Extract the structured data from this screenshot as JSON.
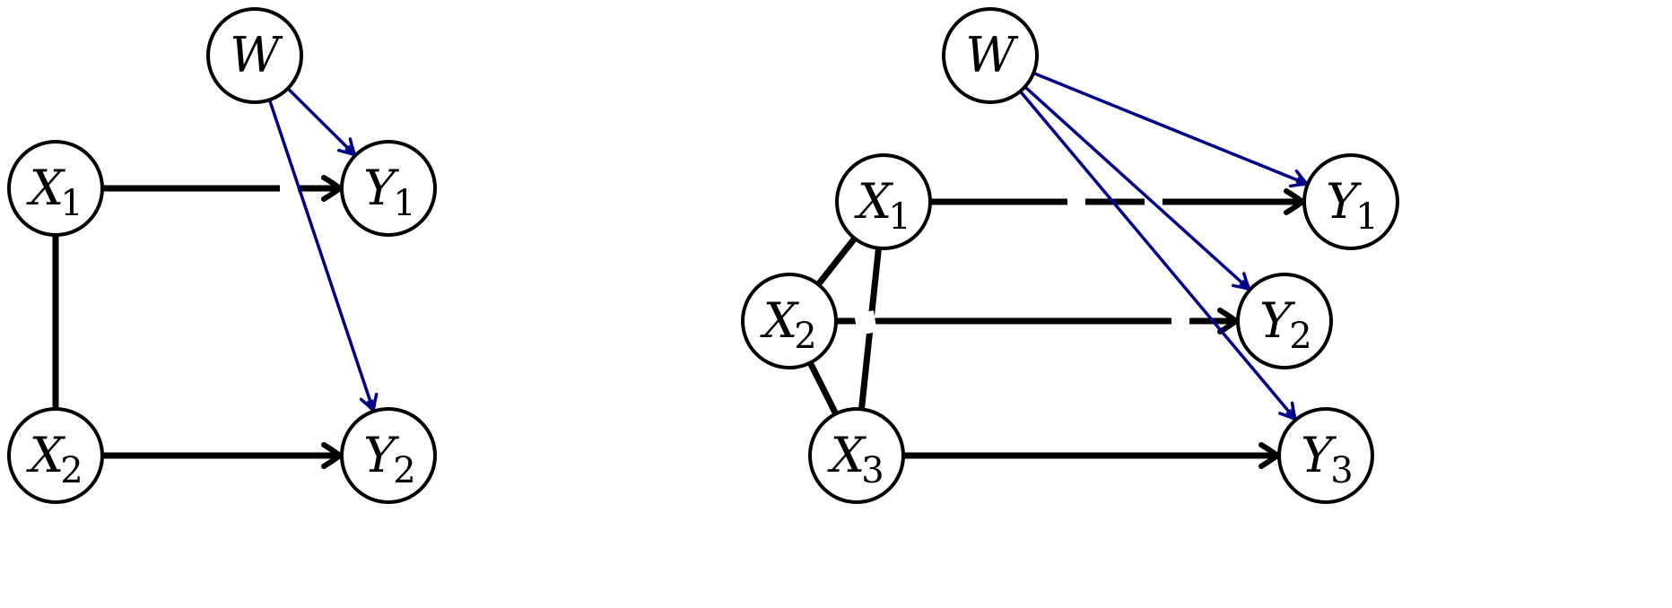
{
  "colors": {
    "background": "#ffffff",
    "node_border": "#000000",
    "structural_edge": "#000000",
    "latent_edge": "#00008b"
  },
  "diagrams": [
    {
      "id": "left",
      "nodes": [
        {
          "id": "W",
          "base": "W",
          "sub": ""
        },
        {
          "id": "X1",
          "base": "X",
          "sub": "1"
        },
        {
          "id": "Y1",
          "base": "Y",
          "sub": "1"
        },
        {
          "id": "X2",
          "base": "X",
          "sub": "2"
        },
        {
          "id": "Y2",
          "base": "Y",
          "sub": "2"
        }
      ],
      "edges": [
        {
          "from": "X1",
          "to": "X2",
          "kind": "undirected"
        },
        {
          "from": "X1",
          "to": "Y1",
          "kind": "directed"
        },
        {
          "from": "X2",
          "to": "Y2",
          "kind": "directed"
        },
        {
          "from": "W",
          "to": "Y1",
          "kind": "latent"
        },
        {
          "from": "W",
          "to": "Y2",
          "kind": "latent"
        }
      ]
    },
    {
      "id": "right",
      "nodes": [
        {
          "id": "W",
          "base": "W",
          "sub": ""
        },
        {
          "id": "X1",
          "base": "X",
          "sub": "1"
        },
        {
          "id": "X2",
          "base": "X",
          "sub": "2"
        },
        {
          "id": "X3",
          "base": "X",
          "sub": "3"
        },
        {
          "id": "Y1",
          "base": "Y",
          "sub": "1"
        },
        {
          "id": "Y2",
          "base": "Y",
          "sub": "2"
        },
        {
          "id": "Y3",
          "base": "Y",
          "sub": "3"
        }
      ],
      "edges": [
        {
          "from": "X1",
          "to": "X2",
          "kind": "undirected"
        },
        {
          "from": "X1",
          "to": "X3",
          "kind": "undirected"
        },
        {
          "from": "X2",
          "to": "X3",
          "kind": "undirected"
        },
        {
          "from": "X1",
          "to": "Y1",
          "kind": "directed"
        },
        {
          "from": "X2",
          "to": "Y2",
          "kind": "directed"
        },
        {
          "from": "X3",
          "to": "Y3",
          "kind": "directed"
        },
        {
          "from": "W",
          "to": "Y1",
          "kind": "latent"
        },
        {
          "from": "W",
          "to": "Y2",
          "kind": "latent"
        },
        {
          "from": "W",
          "to": "Y3",
          "kind": "latent"
        }
      ]
    }
  ]
}
